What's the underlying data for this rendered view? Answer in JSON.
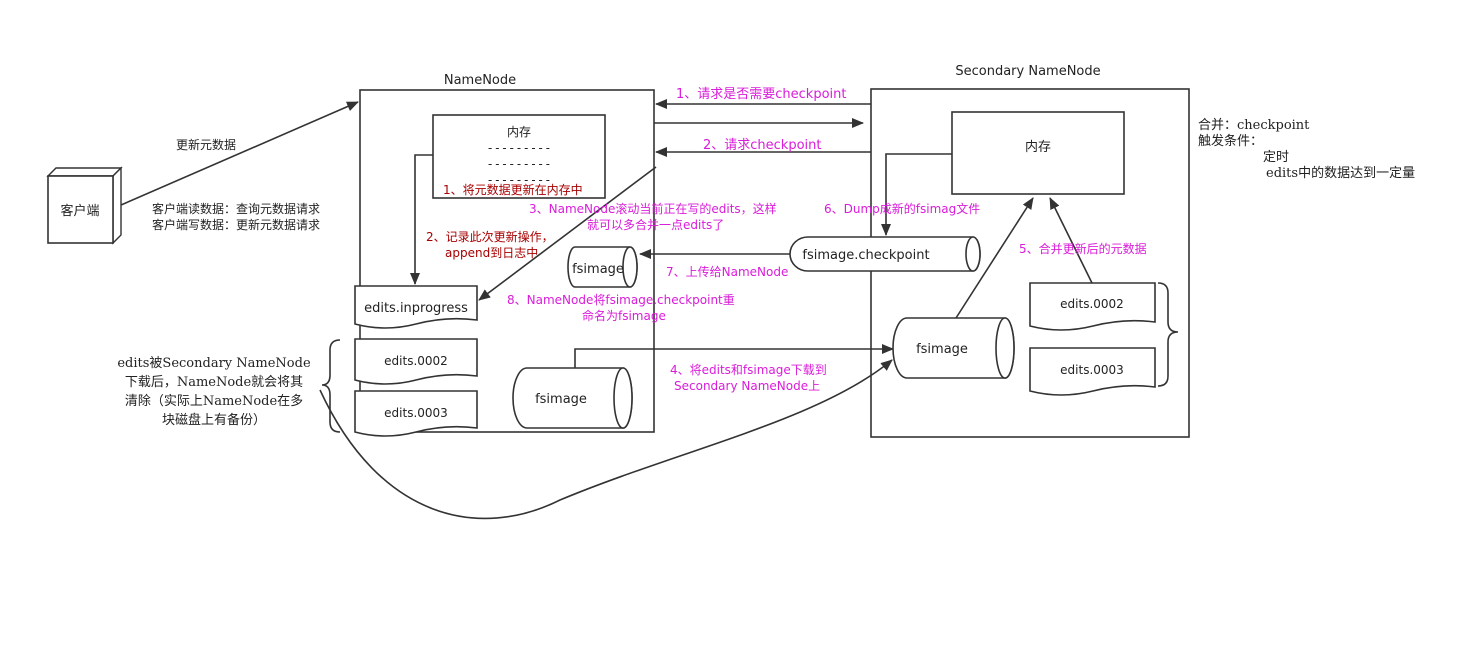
{
  "client": {
    "label": "客户端"
  },
  "namenode": {
    "title": "NameNode",
    "memory_label": "内存",
    "dashes": [
      "---------",
      "---------",
      "---------"
    ]
  },
  "secondary": {
    "title": "Secondary NameNode",
    "memory_label": "内存"
  },
  "docs": {
    "edits_inprogress": "edits.inprogress",
    "nn_edits_0002": "edits.0002",
    "nn_edits_0003": "edits.0003",
    "sn_edits_0002": "edits.0002",
    "sn_edits_0003": "edits.0003"
  },
  "cylinders": {
    "nn_fsimage_small": "fsimage",
    "nn_fsimage_big": "fsimage",
    "fsimage_checkpoint": "fsimage.checkpoint",
    "sn_fsimage": "fsimage"
  },
  "labels": {
    "update_metadata": "更新元数据",
    "client_read": "客户端读数据：查询元数据请求",
    "client_write": "客户端写数据：更新元数据请求",
    "step1_update_memory": "1、将元数据更新在内存中",
    "step2_record_line1": "2、记录此次更新操作，",
    "step2_record_line2": "append到日志中",
    "step3_line1": "3、NameNode滚动当前正在写的edits，这样",
    "step3_line2": "就可以多合并一点edits了",
    "req1_checkpoint": "1、请求是否需要checkpoint",
    "req2_checkpoint": "2、请求checkpoint",
    "step4_line1": "4、将edits和fsimage下载到",
    "step4_line2": "Secondary NameNode上",
    "step5_merge": "5、合并更新后的元数据",
    "step6_dump": "6、Dump成新的fsimag文件",
    "step7_upload": "7、上传给NameNode",
    "step8_line1": "8、NameNode将fsimage.checkpoint重",
    "step8_line2": "命名为fsimage"
  },
  "notes": {
    "left_note": [
      "edits被Secondary NameNode",
      "下载后，NameNode就会将其",
      "清除（实际上NameNode在多",
      "块磁盘上有备份）"
    ],
    "checkpoint_title": "合并：checkpoint",
    "trigger_title": "触发条件：",
    "trigger_1": "定时",
    "trigger_2": "edits中的数据达到一定量"
  },
  "colors": {
    "red_text": "#a80000",
    "magenta_text": "#d91cd9",
    "stroke": "#333333"
  }
}
